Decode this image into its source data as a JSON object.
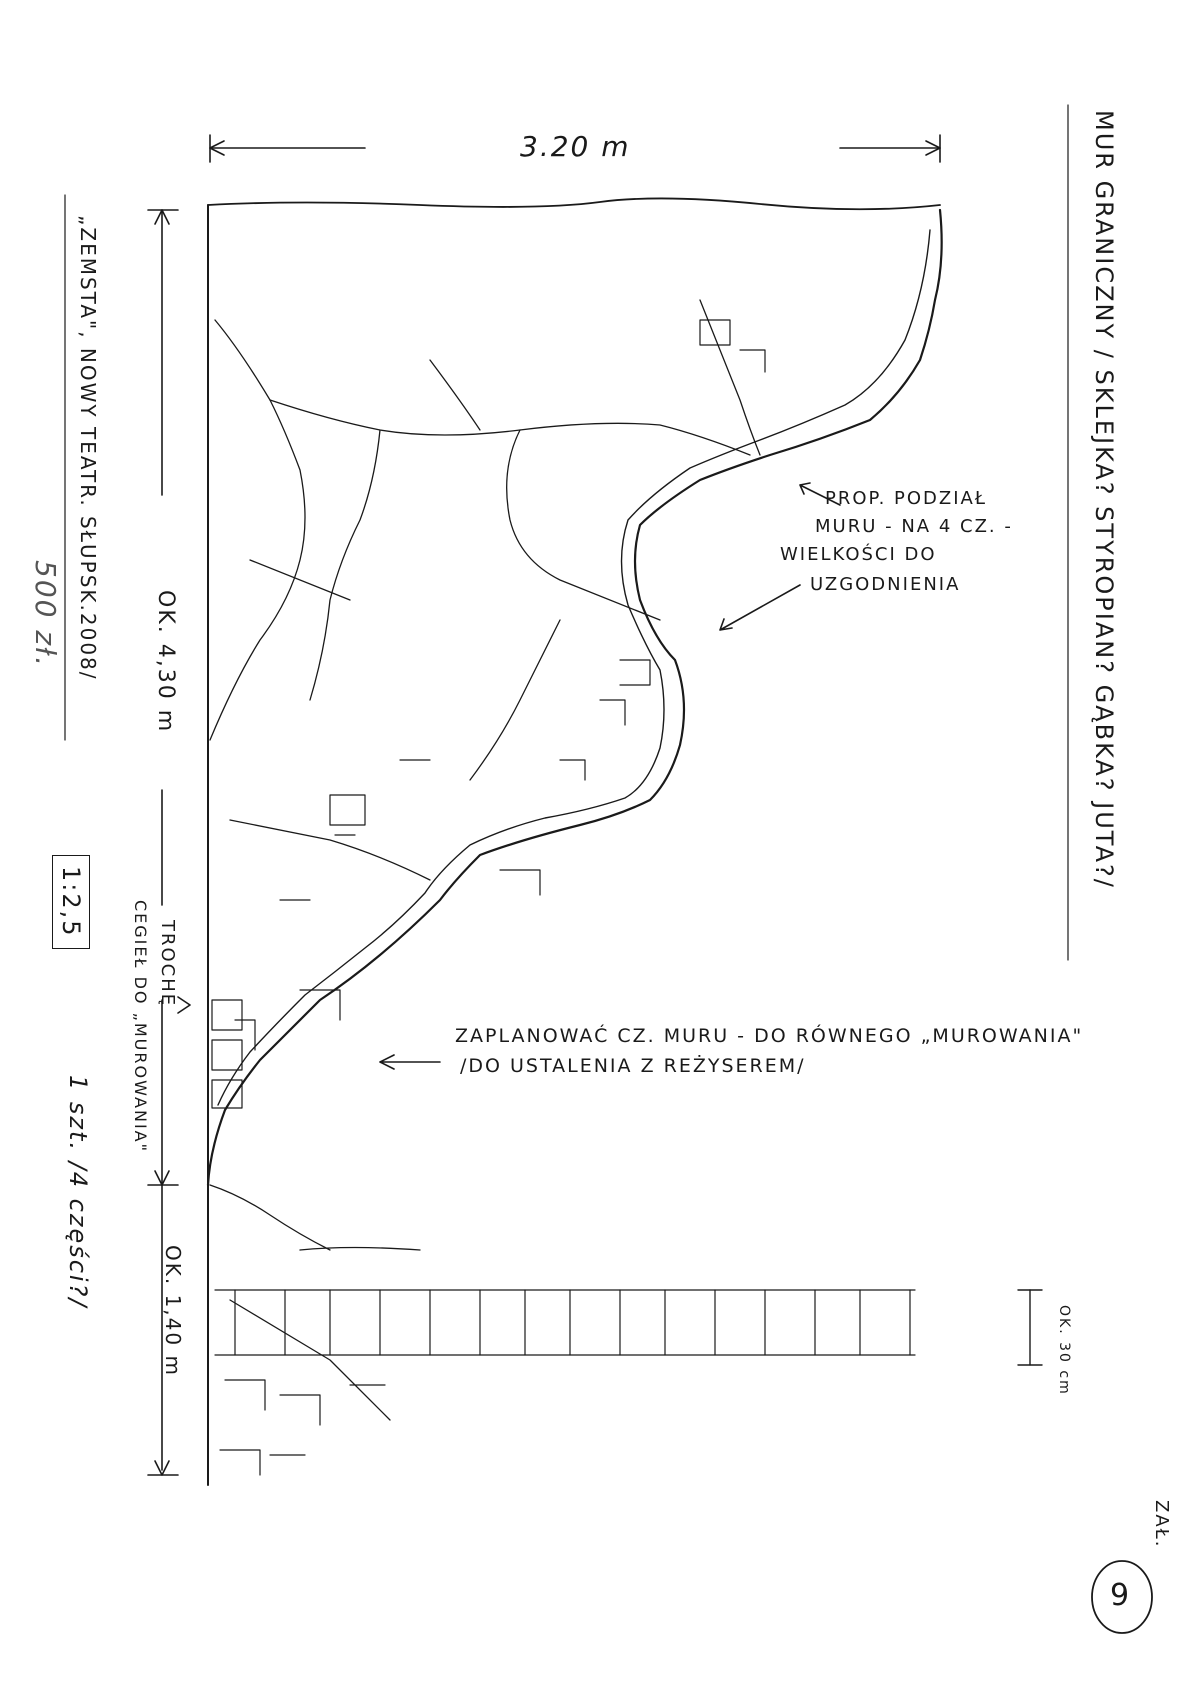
{
  "sheet": {
    "title": "MUR GRANICZNY / SKLEJKA? STYROPIAN? GĄBKA? JUTA?/",
    "production": "„ZEMSTA\", NOWY TEATR. SŁUPSK.2008/",
    "price": "500 zł.",
    "scale": "1:2,5",
    "quantity": "1 szt. /4 części?/",
    "attachment_label": "ZAŁ.",
    "attachment_number": "9"
  },
  "dimensions": {
    "width": "3.20 m",
    "height": "OK. 4,30 m",
    "lower_section": "OK. 1,40 m",
    "brick_depth": "OK. 30 cm"
  },
  "notes": {
    "division_line1": "PROP. PODZIAŁ",
    "division_line2": "MURU - NA 4 CZ. -",
    "division_line3": "WIELKOŚCI DO",
    "division_line4": "UZGODNIENIA",
    "brickwork_line1": "ZAPLANOWAĆ CZ. MURU - DO RÓWNEGO „MUROWANIA\"",
    "brickwork_line2": "/DO USTALENIA Z REŻYSEREM/",
    "cut_line1": "TROCHĘ",
    "cut_line2": "CEGIEŁ DO „MUROWANIA\""
  },
  "colors": {
    "ink": "#1a1a1a",
    "paper": "#ffffff"
  }
}
